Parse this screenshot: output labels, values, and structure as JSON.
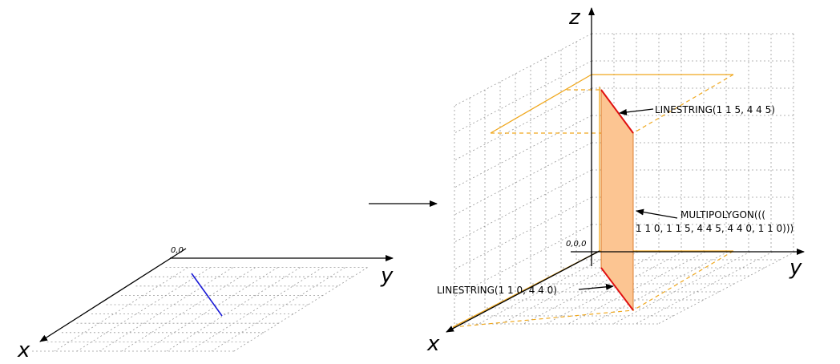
{
  "left_view": {
    "origin_label": "0,0",
    "x_axis_label": "x",
    "y_axis_label": "y",
    "line_color": "#1a1ad6"
  },
  "right_view": {
    "origin_label": "0,0,0",
    "x_axis_label": "x",
    "y_axis_label": "y",
    "z_axis_label": "z",
    "polygon_fill": "#fcc592",
    "edge_color": "#e01010",
    "guide_color": "#f0a81e",
    "annotations": {
      "top_line": "LINESTRING(1 1 5, 4 4 5)",
      "polygon_line1": "MULTIPOLYGON(((",
      "polygon_line2": "1 1 0, 1 1 5, 4 4 5, 4 4 0, 1 1 0)))",
      "bottom_line": "LINESTRING(1 1 0, 4 4 0)"
    }
  }
}
